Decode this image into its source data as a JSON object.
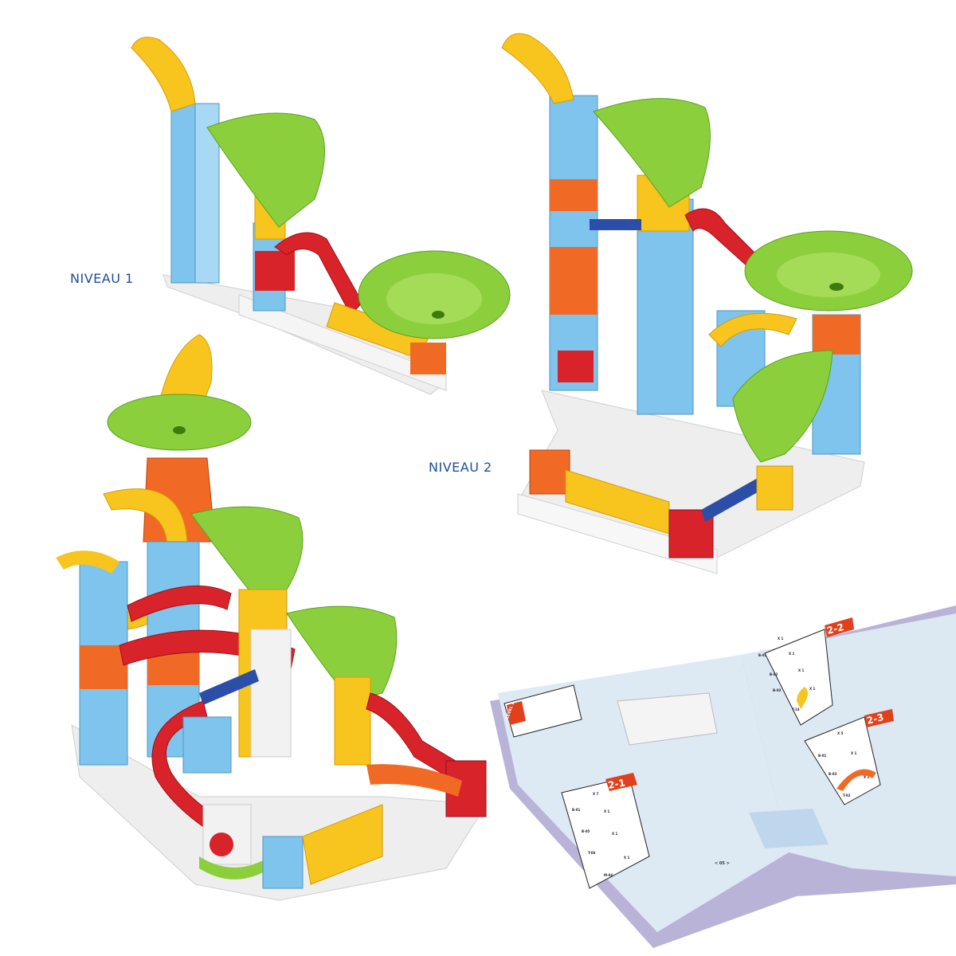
{
  "labels": {
    "level1": "NIVEAU 1",
    "level2": "NIVEAU 2"
  },
  "booklet": {
    "level_badge": "LEVEL 2",
    "page_number": "< 05 >",
    "steps": [
      {
        "id": "2-1",
        "parts": [
          {
            "code": "B-01",
            "qty": "X 7"
          },
          {
            "code": "B-05",
            "qty": "X 1"
          },
          {
            "code": "T-06",
            "qty": "X 1"
          },
          {
            "code": "M-04",
            "qty": "X 1"
          }
        ]
      },
      {
        "id": "2-2",
        "parts": [
          {
            "code": "B-01",
            "qty": "X 1"
          },
          {
            "code": "B-02",
            "qty": "X 1"
          },
          {
            "code": "B-03",
            "qty": "X 1"
          },
          {
            "code": "T-14",
            "qty": "X 1"
          }
        ]
      },
      {
        "id": "2-3",
        "parts": [
          {
            "code": "B-01",
            "qty": "X 5"
          },
          {
            "code": "B-03",
            "qty": "X 1"
          },
          {
            "code": "T-02",
            "qty": "X 1"
          }
        ]
      }
    ]
  },
  "colors": {
    "blue_piece": "#7ec4ec",
    "green_funnel": "#8ccf3c",
    "yellow_chute": "#f7c51e",
    "red_track": "#d8232a",
    "orange_piece": "#f06a25",
    "base_white": "#f2f2f2",
    "booklet_page": "#dde9f3",
    "label_text": "#1c4e9c"
  }
}
